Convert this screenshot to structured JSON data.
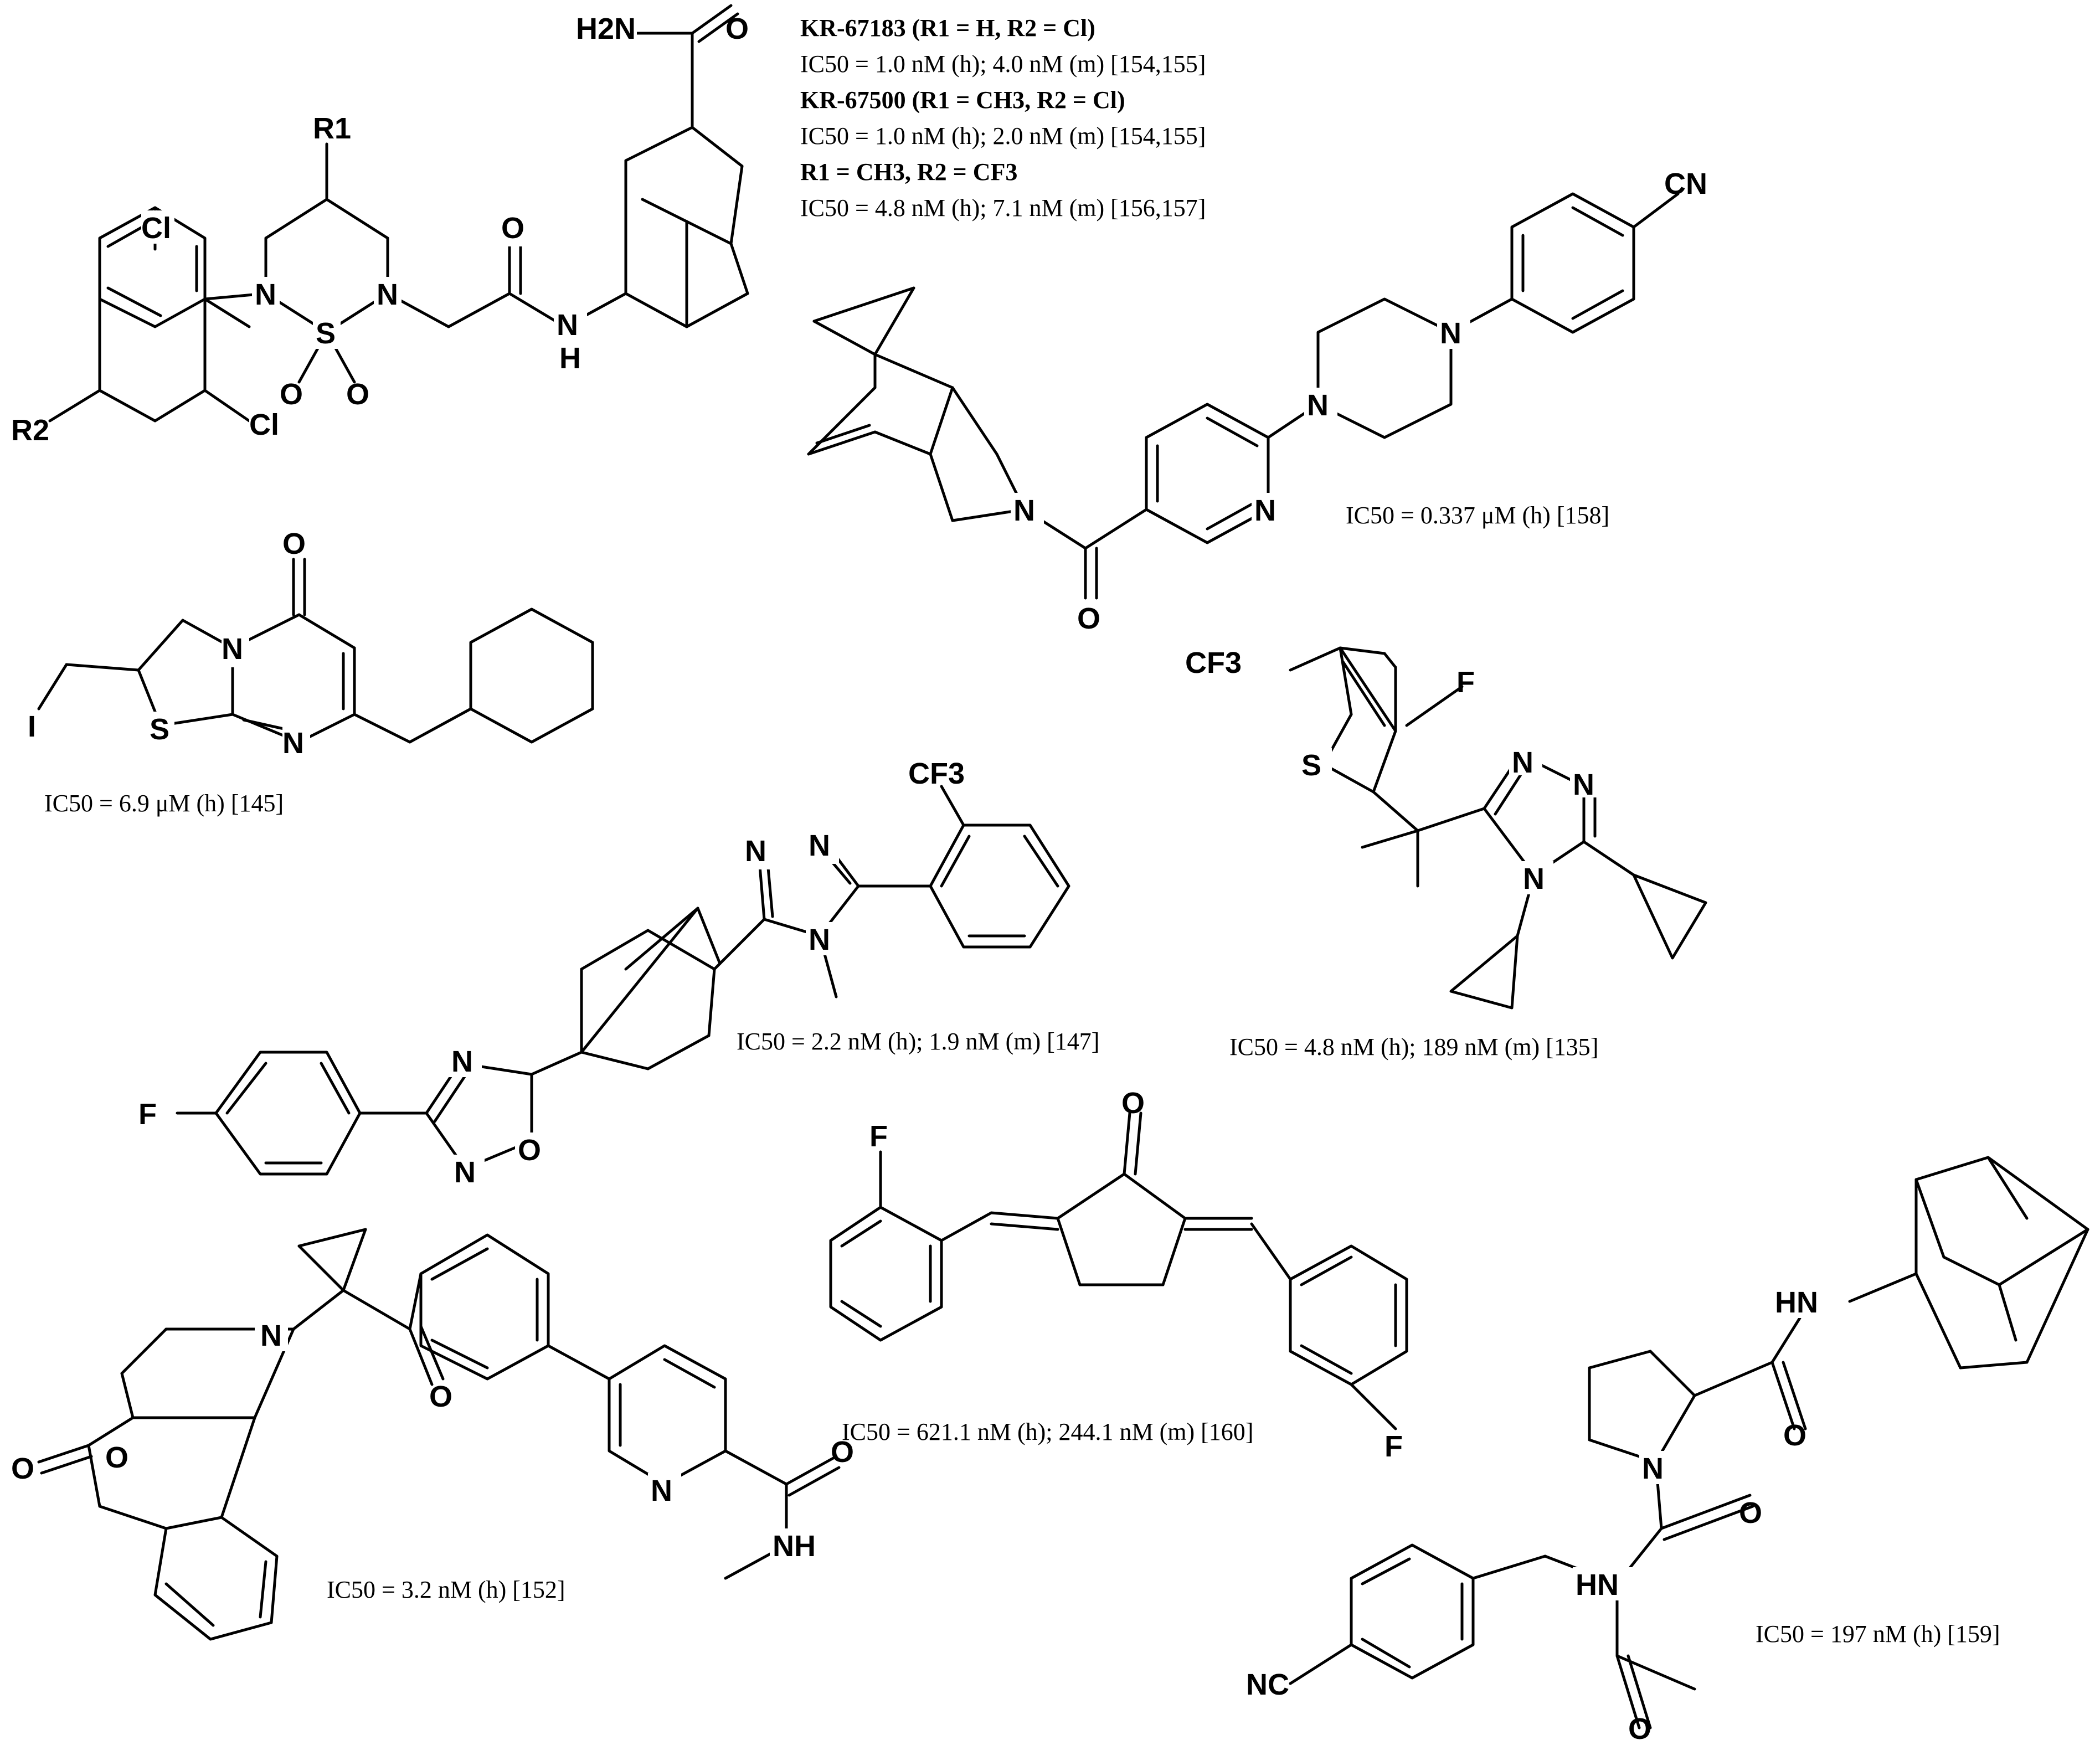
{
  "compounds": {
    "kr_series": {
      "substituent_r1": "R1",
      "substituent_r2": "R2",
      "variants": [
        {
          "name": "KR-67183 (R1 = H, R2 = Cl)",
          "ic50": "IC50 = 1.0 nM (h); 4.0 nM (m)  [154,155]"
        },
        {
          "name": "KR-67500 (R1 = CH3, R2 = Cl)",
          "ic50": "IC50 = 1.0 nM (h); 2.0 nM (m) [154,155]"
        },
        {
          "name": "R1 = CH3, R2 = CF3",
          "ic50": "IC50 = 4.8 nM (h); 7.1 nM (m) [156,157]"
        }
      ]
    },
    "piperazine_cyanophenyl": {
      "ic50": "IC50 = 0.337 μM (h) [158]"
    },
    "thiazolopyrimidinone": {
      "ic50": "IC50 = 6.9 μM (h) [145]"
    },
    "triazole_bicyclooctane": {
      "ic50": "IC50 = 2.2 nM (h); 1.9 nM (m)  [147]"
    },
    "thiophene_triazole": {
      "ic50": "IC50 = 4.8 nM (h); 189 nM (m)  [135]"
    },
    "bis_benzylidene_cyclopentanone": {
      "ic50": "IC50 = 621.1 nM (h); 244.1 nM (m) [160]"
    },
    "spiro_pyridine_amide": {
      "ic50": "IC50 = 3.2 nM (h) [152]"
    },
    "proline_adamantyl_amide": {
      "ic50": "IC50 = 197 nM (h) [159]"
    }
  },
  "atom_labels": {
    "Cl": "Cl",
    "N": "N",
    "S": "S",
    "O": "O",
    "F": "F",
    "I": "I",
    "H2N": "H2N",
    "NH": "NH",
    "HN": "HN",
    "H": "H",
    "CN": "CN",
    "NC": "NC",
    "CF3": "CF3"
  }
}
